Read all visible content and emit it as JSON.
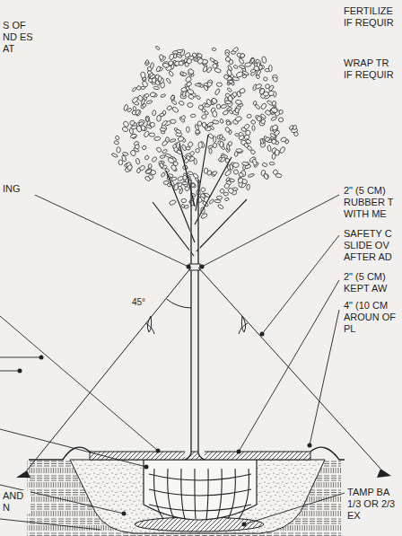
{
  "diagram": {
    "labels": [
      "S OF ND ES AT",
      "FERTILIZE IF REQUIR",
      "WRAP TR IF REQUIR",
      "ING",
      "2\" (5 CM) RUBBER T WITH ME",
      "SAFETY C SLIDE OV AFTER AD",
      "45°",
      "2\" (5 CM) KEPT AW",
      "4\" (10 CM AROUN OF PL",
      "AND N",
      "TAMP BA 1/3 OR 2/3 EX"
    ]
  }
}
